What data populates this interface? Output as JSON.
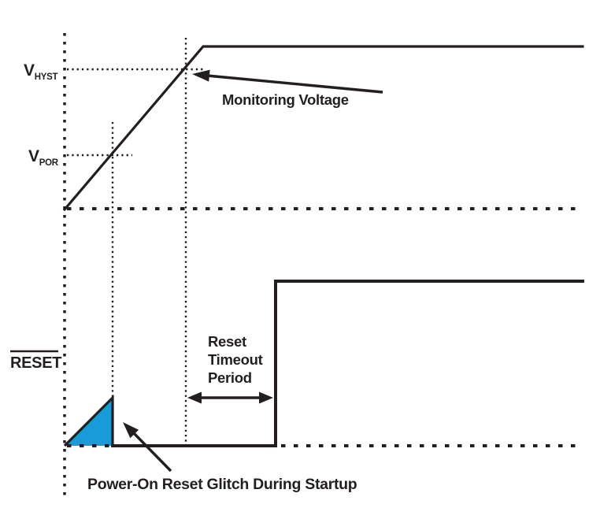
{
  "diagram": {
    "colors": {
      "background": "#FFFFFF",
      "line": "#231F20",
      "glitch_fill": "#189CD8"
    },
    "labels": {
      "v_hyst": {
        "base": "V",
        "sub": "HYST"
      },
      "v_por": {
        "base": "V",
        "sub": "POR"
      },
      "reset": "RESET"
    },
    "annotations": {
      "monitoring_voltage": "Monitoring Voltage",
      "reset_timeout": {
        "line1": "Reset",
        "line2": "Timeout",
        "line3": "Period"
      },
      "por_glitch": "Power-On Reset Glitch During Startup"
    }
  }
}
